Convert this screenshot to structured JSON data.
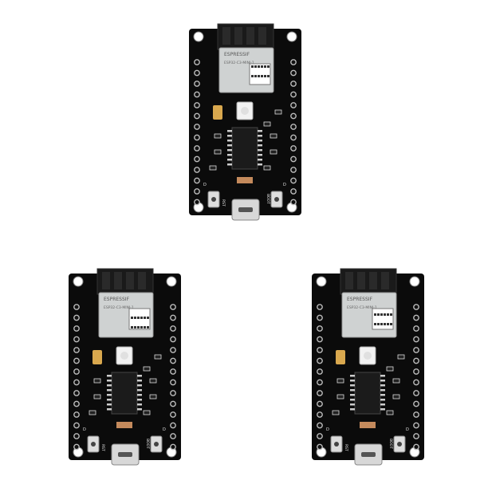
{
  "boards": [
    {
      "module_brand": "ESPRESSIF",
      "module_model": "ESP32-C3-MINI-1",
      "label_left_button": "RST",
      "label_right_button": "BOOT",
      "label_left_marker": "D",
      "label_right_marker": "D"
    },
    {
      "module_brand": "ESPRESSIF",
      "module_model": "ESP32-C3-MINI-1",
      "label_left_button": "RST",
      "label_right_button": "BOOT",
      "label_left_marker": "D",
      "label_right_marker": "D"
    },
    {
      "module_brand": "ESPRESSIF",
      "module_model": "ESP32-C3-MINI-1",
      "label_left_button": "RST",
      "label_right_button": "BOOT",
      "label_left_marker": "D",
      "label_right_marker": "D"
    }
  ],
  "colors": {
    "pcb": "#0b0b0b",
    "shield": "#cfd2d2",
    "antenna": "#1a1a1a",
    "gold": "#d9a84e",
    "silk": "#e8e8e8"
  }
}
